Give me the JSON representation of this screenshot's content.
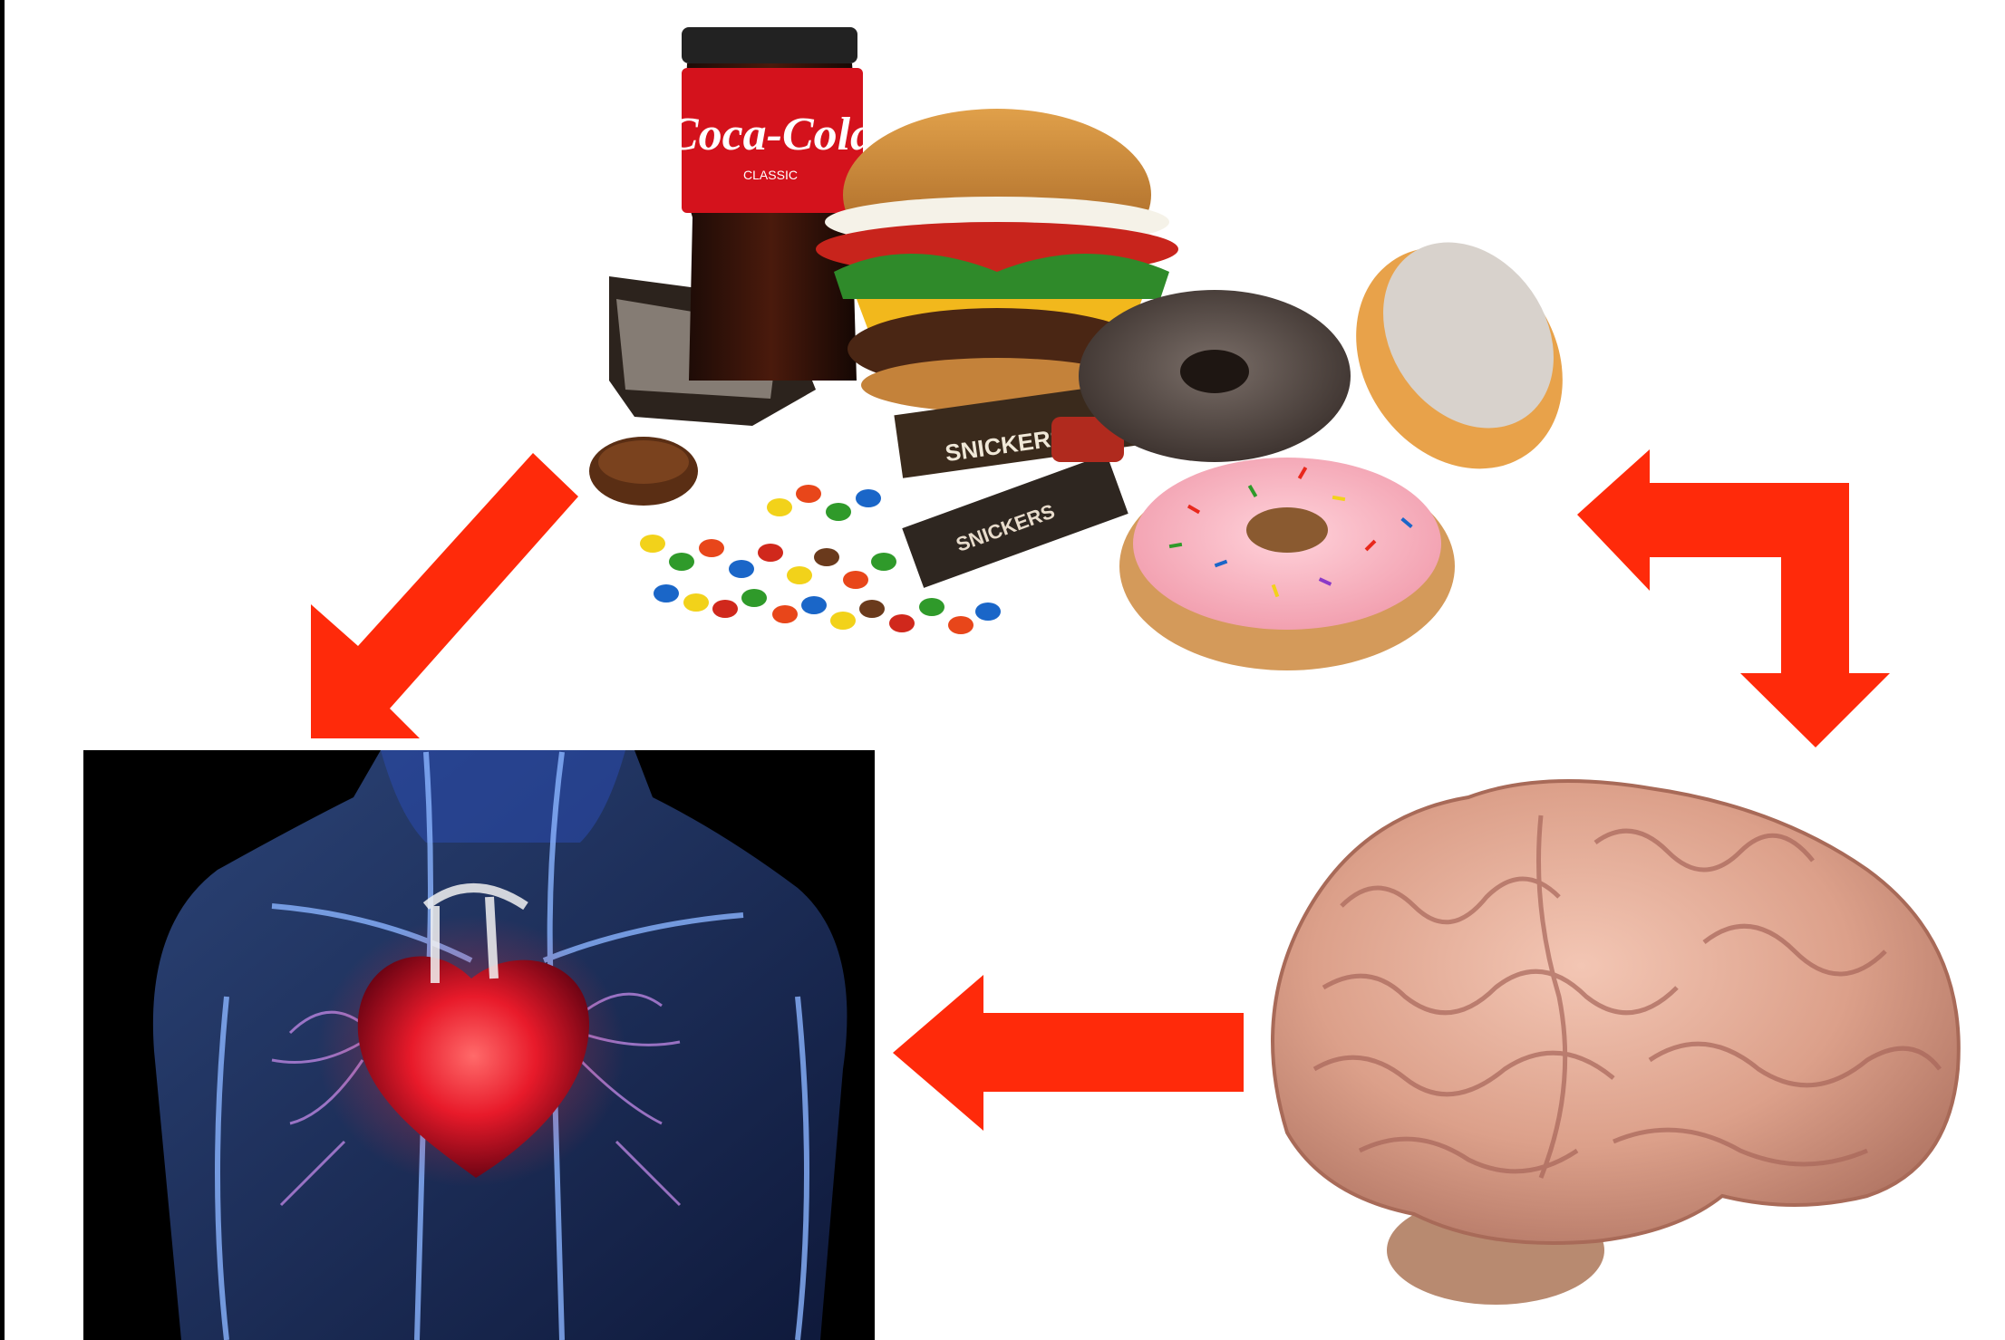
{
  "image_labels": {
    "bottle_brand": "Coca-Cola",
    "bottle_sub": "CLASSIC",
    "candy_bar_1": "SNICKERS",
    "candy_bar_2": "SNICKERS"
  },
  "colors": {
    "arrow": "#ff2a0a",
    "background": "#ffffff",
    "body_panel_bg": "#000000"
  },
  "icons": [
    "junk-food-image",
    "brain-image",
    "heart-body-image",
    "arrow-icon"
  ]
}
